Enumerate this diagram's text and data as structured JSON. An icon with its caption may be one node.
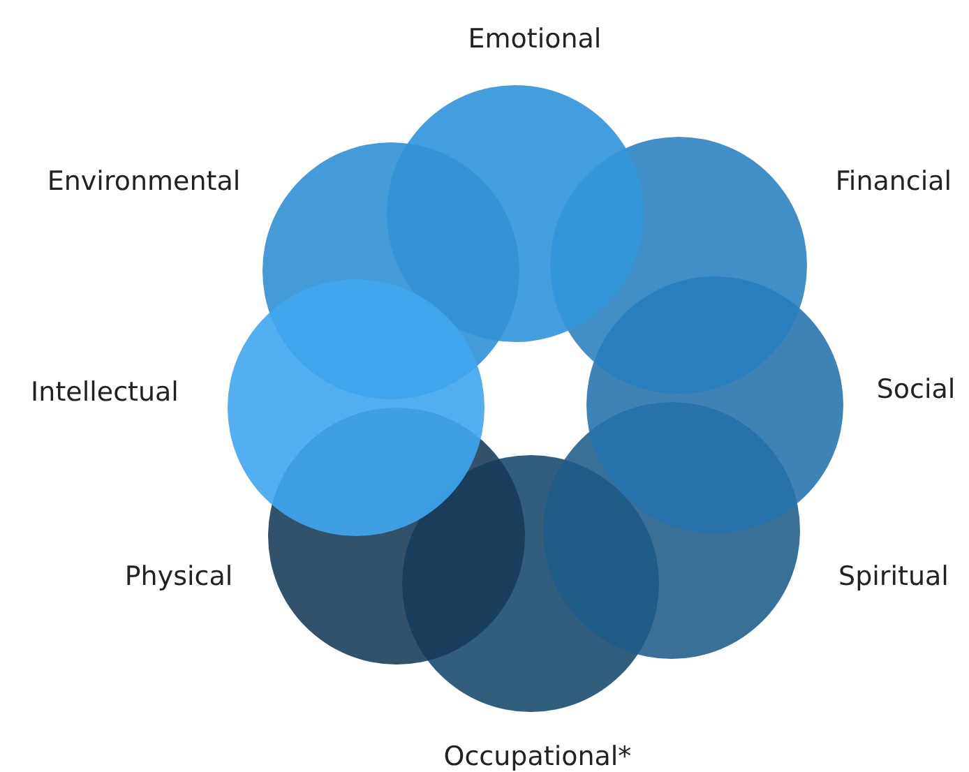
{
  "diagram": {
    "nodes": [
      {
        "text": [
          "Emotional"
        ]
      },
      {
        "text": [
          "Financial"
        ]
      },
      {
        "text": [
          "Social"
        ]
      },
      {
        "text": [
          "Spiritual"
        ]
      },
      {
        "text": [
          "Occupational*"
        ]
      },
      {
        "text": [
          "Physical"
        ]
      },
      {
        "text": [
          "Intellectual"
        ]
      },
      {
        "text": [
          "Environmental"
        ]
      }
    ]
  }
}
